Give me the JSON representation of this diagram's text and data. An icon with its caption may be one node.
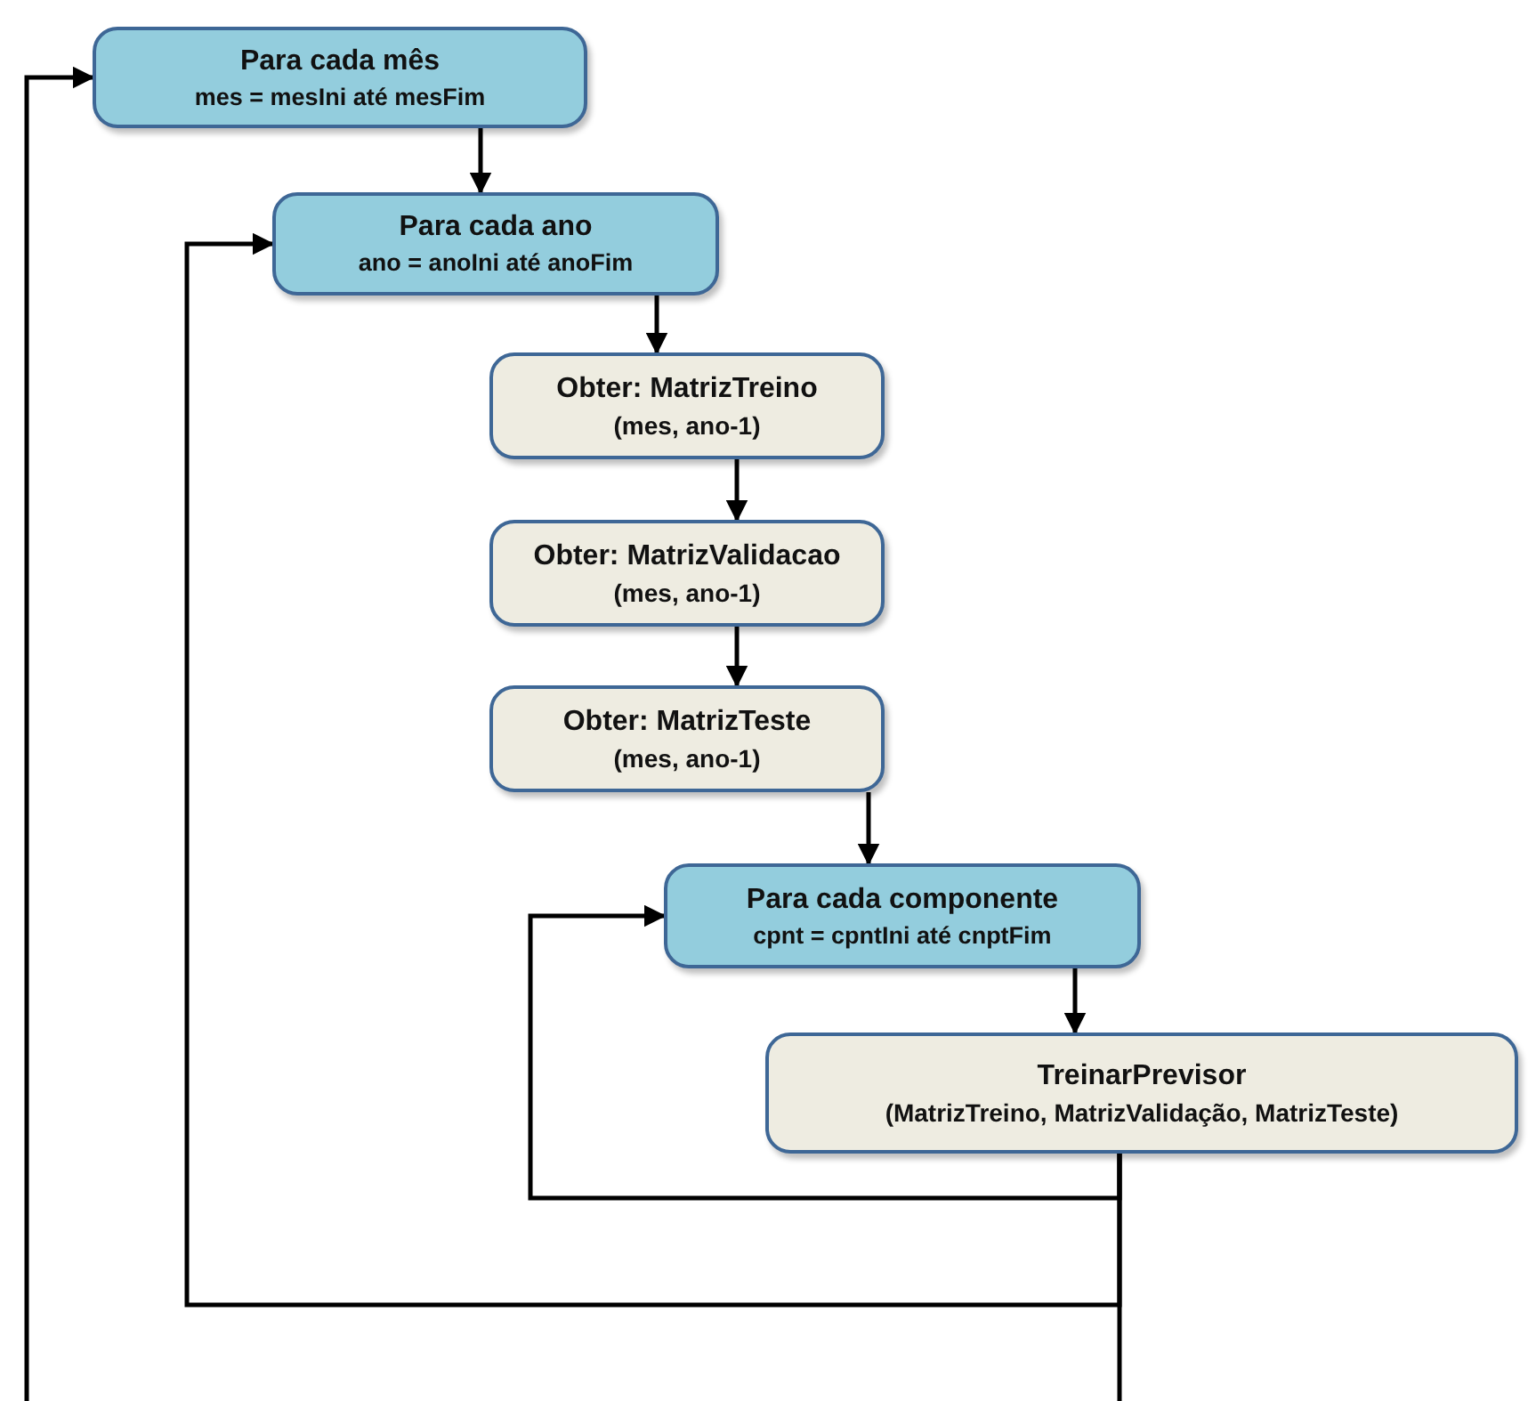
{
  "diagram": {
    "nodes": [
      {
        "text": [
          "Para cada mês",
          "mes = mesIni até mesFim"
        ]
      },
      {
        "text": [
          "Para cada ano",
          "ano = anoIni até anoFim"
        ]
      },
      {
        "text": [
          "Obter: MatrizTreino",
          "(mes, ano-1)"
        ]
      },
      {
        "text": [
          "Obter: MatrizValidacao",
          "(mes, ano-1)"
        ]
      },
      {
        "text": [
          "Obter: MatrizTeste",
          "(mes, ano-1)"
        ]
      },
      {
        "text": [
          "Para cada componente",
          "cpnt = cpntIni até cnptFim"
        ]
      },
      {
        "text": [
          "TreinarPrevisor",
          "(MatrizTreino, MatrizValidação,  MatrizTeste)"
        ]
      }
    ],
    "edges": [
      {
        "from": 0,
        "to": 1,
        "arrow": "to"
      },
      {
        "from": 1,
        "to": 2,
        "arrow": "to"
      },
      {
        "from": 2,
        "to": 3,
        "arrow": "to"
      },
      {
        "from": 3,
        "to": 4,
        "arrow": "to"
      },
      {
        "from": 4,
        "to": 5,
        "arrow": "to"
      },
      {
        "from": 5,
        "to": 6,
        "arrow": "to"
      },
      {
        "from": 6,
        "to": 5,
        "arrow": "to"
      },
      {
        "from": 6,
        "to": 1,
        "arrow": "to"
      },
      {
        "from": 6,
        "to": 0,
        "arrow": "to"
      }
    ]
  }
}
